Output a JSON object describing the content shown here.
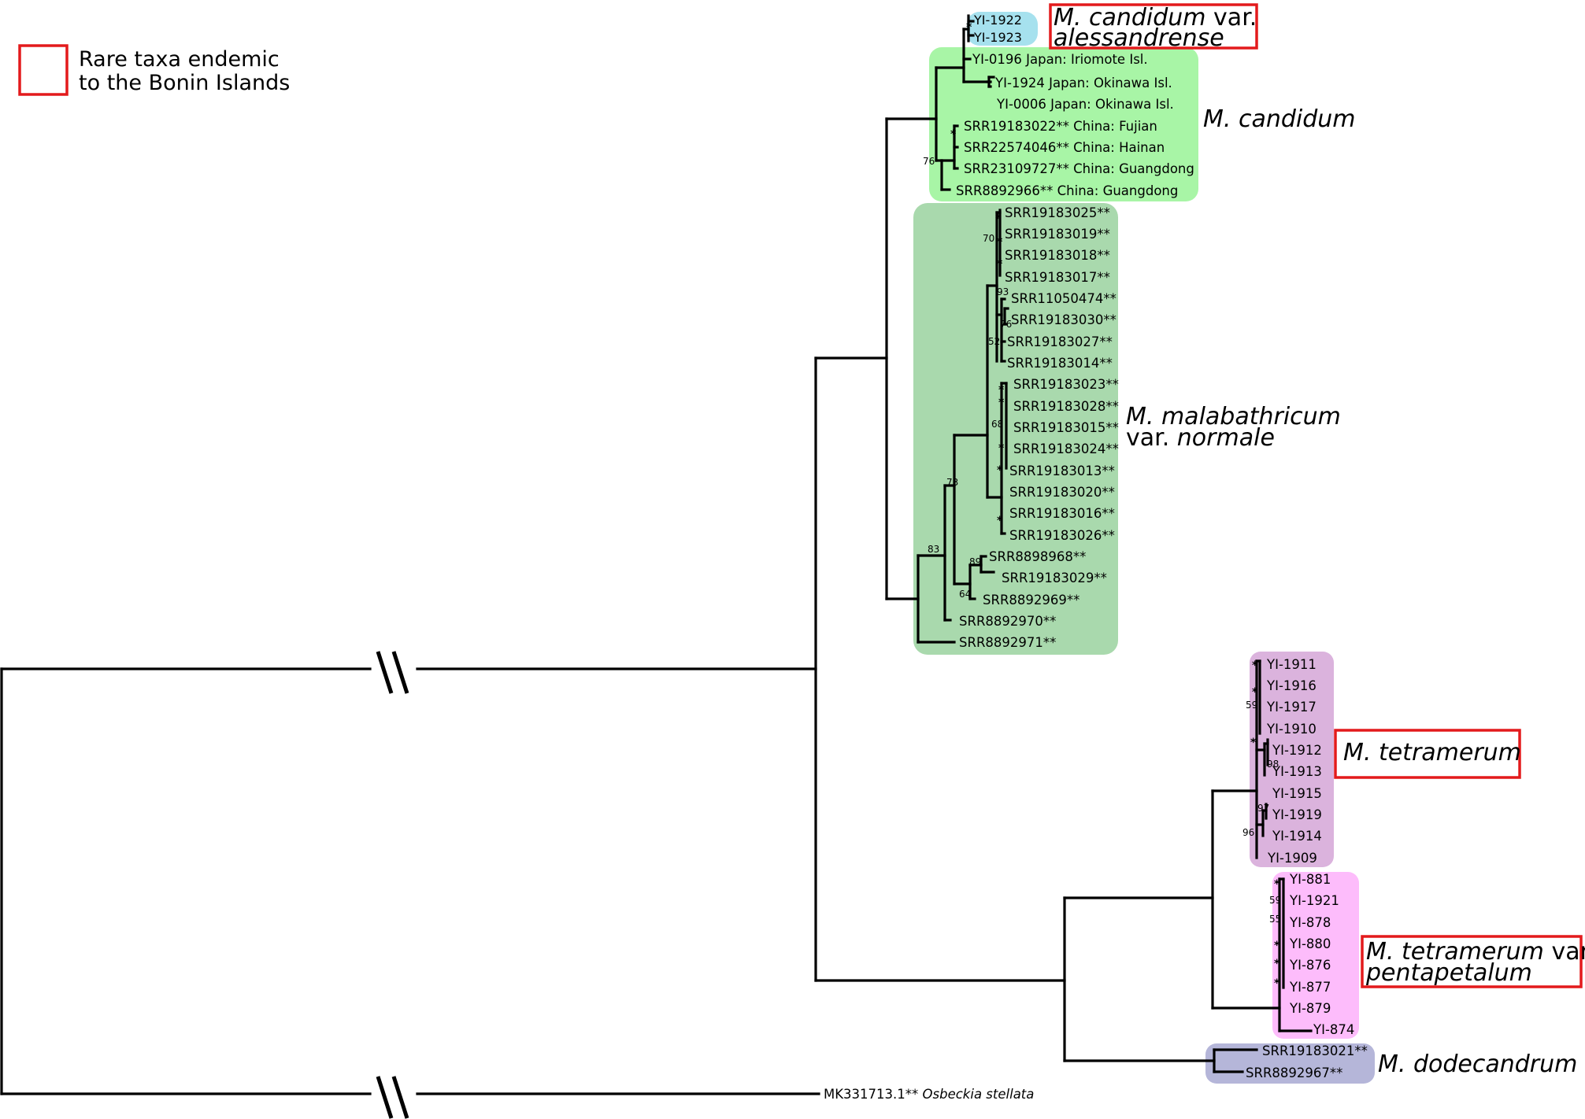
{
  "legend": {
    "line1": "Rare taxa endemic",
    "line2": "to the Bonin Islands",
    "box_color": "#e31a1c"
  },
  "colors": {
    "alessandrense": "#a6e1ee",
    "candidum": "#a8f5a6",
    "malabathricum": "#a9d9ad",
    "tetramerum": "#dbb3dd",
    "pentapetalum": "#fdbcfb",
    "dodecandrum": "#b5b6d9",
    "endemic_box": "#e31a1c"
  },
  "clades": {
    "alessandrense": {
      "line1_italic": "M. candidum",
      "line1_rest": " var.",
      "line2_italic": "alessandrense"
    },
    "candidum": {
      "italic": "M. candidum"
    },
    "malabathricum": {
      "line1_italic": "M. malabathricum",
      "line2_rest": "var. ",
      "line2_italic": "normale"
    },
    "tetramerum": {
      "italic": "M. tetramerum"
    },
    "pentapetalum": {
      "line1_italic": "M. tetramerum",
      "line1_rest": " var.",
      "line2_italic": "pentapetalum"
    },
    "dodecandrum": {
      "italic": "M. dodecandrum"
    }
  },
  "tips": {
    "yi1922": "YI-1922",
    "yi1923": "YI-1923",
    "yi0196": "YI-0196  Japan: Iriomote Isl.",
    "yi1924": "YI-1924  Japan: Okinawa Isl.",
    "yi0006": "YI-0006  Japan: Okinawa Isl.",
    "srr19183022": "SRR19183022**  China: Fujian",
    "srr22574046": "SRR22574046**  China: Hainan",
    "srr23109727": "SRR23109727**  China: Guangdong",
    "srr8892966": "SRR8892966**  China: Guangdong",
    "srr19183025": "SRR19183025**",
    "srr19183019": "SRR19183019**",
    "srr19183018": "SRR19183018**",
    "srr19183017": "SRR19183017**",
    "srr11050474": "SRR11050474**",
    "srr19183030": "SRR19183030**",
    "srr19183027": "SRR19183027**",
    "srr19183014": "SRR19183014**",
    "srr19183023": "SRR19183023**",
    "srr19183028": "SRR19183028**",
    "srr19183015": "SRR19183015**",
    "srr19183024": "SRR19183024**",
    "srr19183013": "SRR19183013**",
    "srr19183020": "SRR19183020**",
    "srr19183016": "SRR19183016**",
    "srr19183026": "SRR19183026**",
    "srr8898968": "SRR8898968**",
    "srr19183029": "SRR19183029**",
    "srr8892969": "SRR8892969**",
    "srr8892970": "SRR8892970**",
    "srr8892971": "SRR8892971**",
    "yi1911": "YI-1911",
    "yi1916": "YI-1916",
    "yi1917": "YI-1917",
    "yi1910": "YI-1910",
    "yi1912": "YI-1912",
    "yi1913": "YI-1913",
    "yi1915": "YI-1915",
    "yi1919": "YI-1919",
    "yi1914": "YI-1914",
    "yi1909": "YI-1909",
    "yi881": "YI-881",
    "yi1921": "YI-1921",
    "yi878": "YI-878",
    "yi880": "YI-880",
    "yi876": "YI-876",
    "yi877": "YI-877",
    "yi879": "YI-879",
    "yi874": "YI-874",
    "srr19183021": "SRR19183021**",
    "srr8892967": "SRR8892967**",
    "outgroup_id": "MK331713.1** ",
    "outgroup_species": "Osbeckia stellata"
  },
  "support": {
    "b76": "76",
    "b70": "70",
    "b93": "93",
    "b76b": "76",
    "b52": "52",
    "b68": "68",
    "b73": "73",
    "b83": "83",
    "b89": "89",
    "b64": "64",
    "b59a": "59",
    "b98": "98",
    "b97": "97",
    "b96": "96",
    "b59b": "59",
    "b55": "55",
    "star": "*"
  }
}
